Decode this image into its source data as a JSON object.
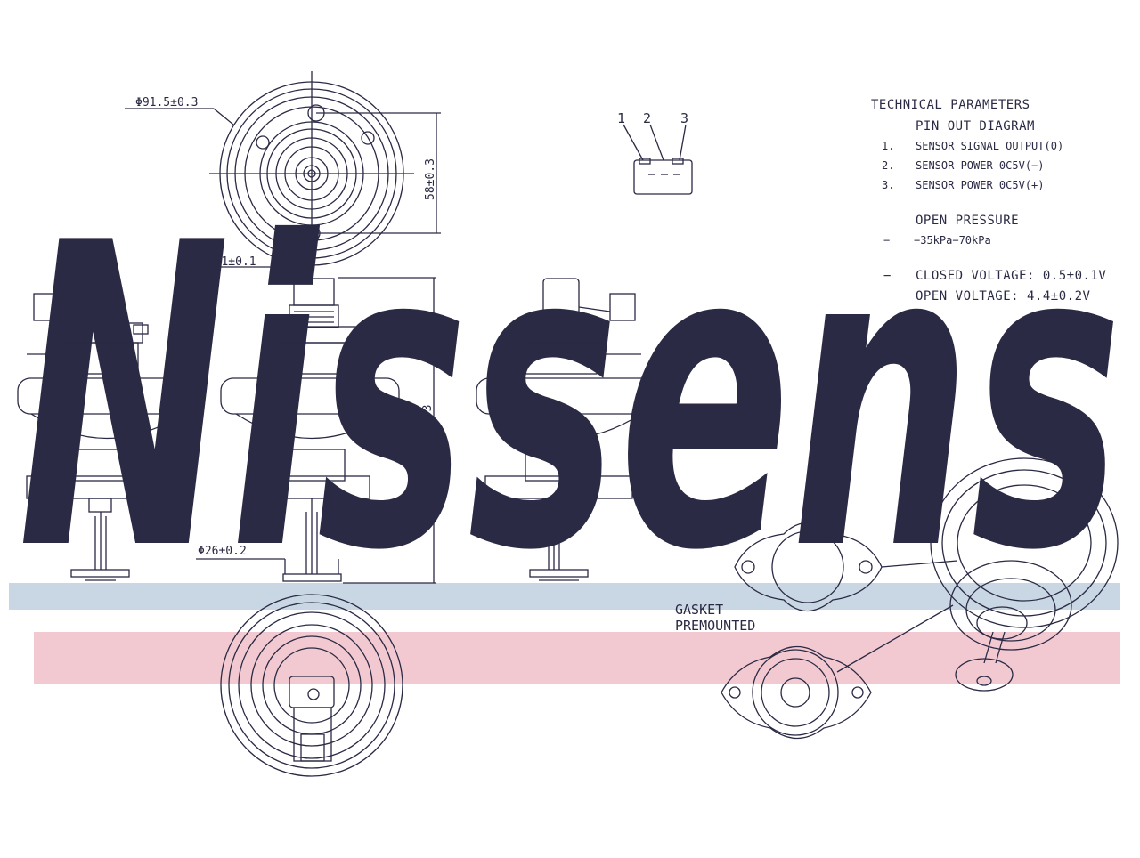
{
  "watermark": {
    "text": "Nissens",
    "color_blue": "#c9d6e3",
    "color_red": "#f3c9d1"
  },
  "dimensions": {
    "top_diameter": "Φ91.5±0.3",
    "hole_distance": "58±0.3",
    "hole_diameter": "Φ5.1±0.1",
    "height": "148.4±0.3",
    "valve_diameter": "Φ26±0.2"
  },
  "connector_pins": [
    "1",
    "2",
    "3"
  ],
  "gasket_label_line1": "GASKET",
  "gasket_label_line2": "PREMOUNTED",
  "tech": {
    "title": "TECHNICAL  PARAMETERS",
    "pin_title": "PIN  OUT  DIAGRAM",
    "pins": [
      {
        "num": "1.",
        "text": "SENSOR  SIGNAL  OUTPUT(0)"
      },
      {
        "num": "2.",
        "text": "SENSOR  POWER  0C5V(−)"
      },
      {
        "num": "3.",
        "text": "SENSOR  POWER  0C5V(+)"
      }
    ],
    "open_pressure_title": "OPEN  PRESSURE",
    "open_pressure_dash": "−",
    "open_pressure_value": "−35kPa−70kPa",
    "voltage_dash": "−",
    "closed_voltage": "CLOSED  VOLTAGE:  0.5±0.1V",
    "open_voltage": "OPEN  VOLTAGE:  4.4±0.2V"
  },
  "colors": {
    "line": "#2a2a44",
    "fill": "#ffffff"
  }
}
